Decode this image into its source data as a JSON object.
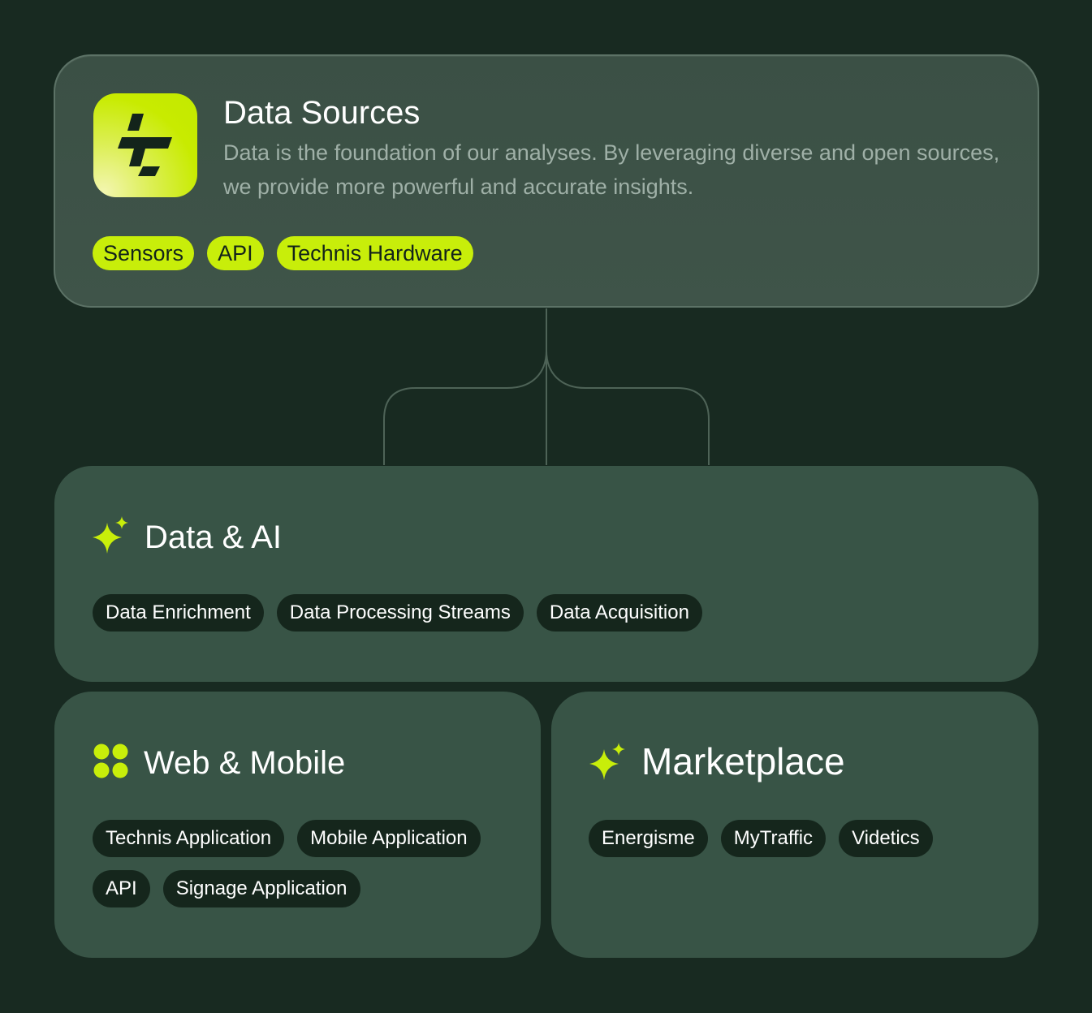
{
  "colors": {
    "background": "#182a21",
    "card": "#385446",
    "accent_lime": "#c8ee0a",
    "chip_dark": "#15261c",
    "muted_text": "#9fb0a7"
  },
  "data_sources": {
    "logo_icon": "technis-logo-icon",
    "title": "Data Sources",
    "description": "Data is the foundation of our analyses. By leveraging diverse and open sources, we provide more powerful and accurate insights.",
    "chips": [
      "Sensors",
      "API",
      "Technis Hardware"
    ]
  },
  "data_ai": {
    "icon": "sparkle-icon",
    "title": "Data & AI",
    "chips": [
      "Data Enrichment",
      "Data Processing Streams",
      "Data Acquisition"
    ]
  },
  "web_mobile": {
    "icon": "four-dots-icon",
    "title": "Web & Mobile",
    "chips_row1": [
      "Technis Application",
      "Mobile Application"
    ],
    "chips_row2": [
      "API",
      "Signage Application"
    ]
  },
  "marketplace": {
    "icon": "sparkle-icon",
    "title": "Marketplace",
    "chips": [
      "Energisme",
      "MyTraffic",
      "Videtics"
    ]
  }
}
